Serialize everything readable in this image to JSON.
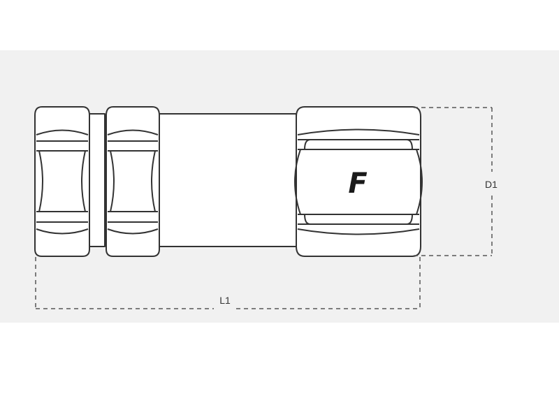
{
  "drawing": {
    "part": "quick coupling",
    "logo_glyph": "F",
    "dimensions": {
      "length_label": "L1",
      "diameter_label": "D1"
    },
    "colors": {
      "outline": "#333333",
      "background_band": "#f1f1f1",
      "dimension_line": "#555555"
    }
  }
}
